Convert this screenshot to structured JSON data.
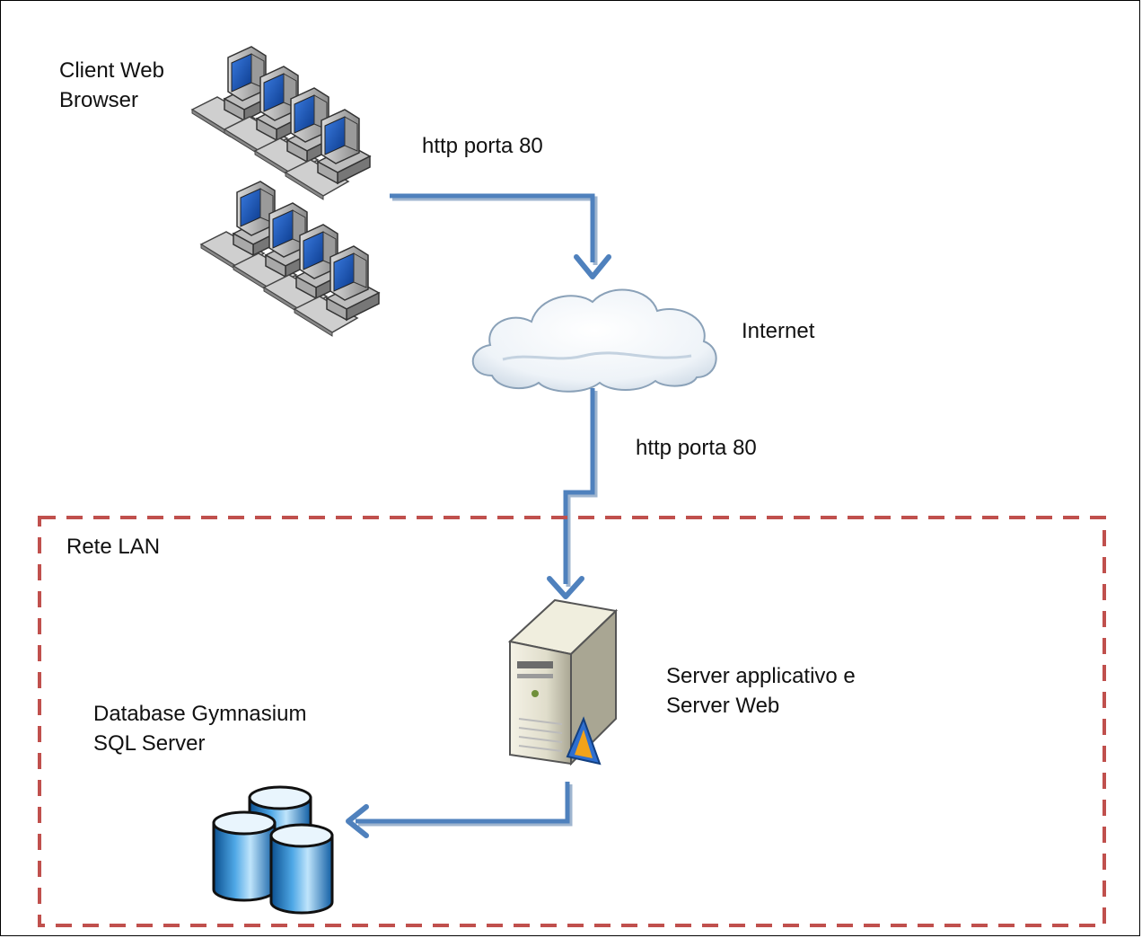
{
  "labels": {
    "clients_line1": "Client Web",
    "clients_line2": "Browser",
    "link_top": "http porta 80",
    "internet": "Internet",
    "link_mid": "http porta 80",
    "lan": "Rete LAN",
    "server_line1": "Server applicativo e",
    "server_line2": "Server Web",
    "db_line1": "Database Gymnasium",
    "db_line2": "SQL Server"
  },
  "icons": {
    "clients": "workstation-group-icon",
    "internet": "cloud-icon",
    "server": "server-tower-icon",
    "database": "database-cylinders-icon"
  },
  "colors": {
    "connector": "#4f81bd",
    "lan_border": "#c0504d",
    "frame": "#000000"
  }
}
